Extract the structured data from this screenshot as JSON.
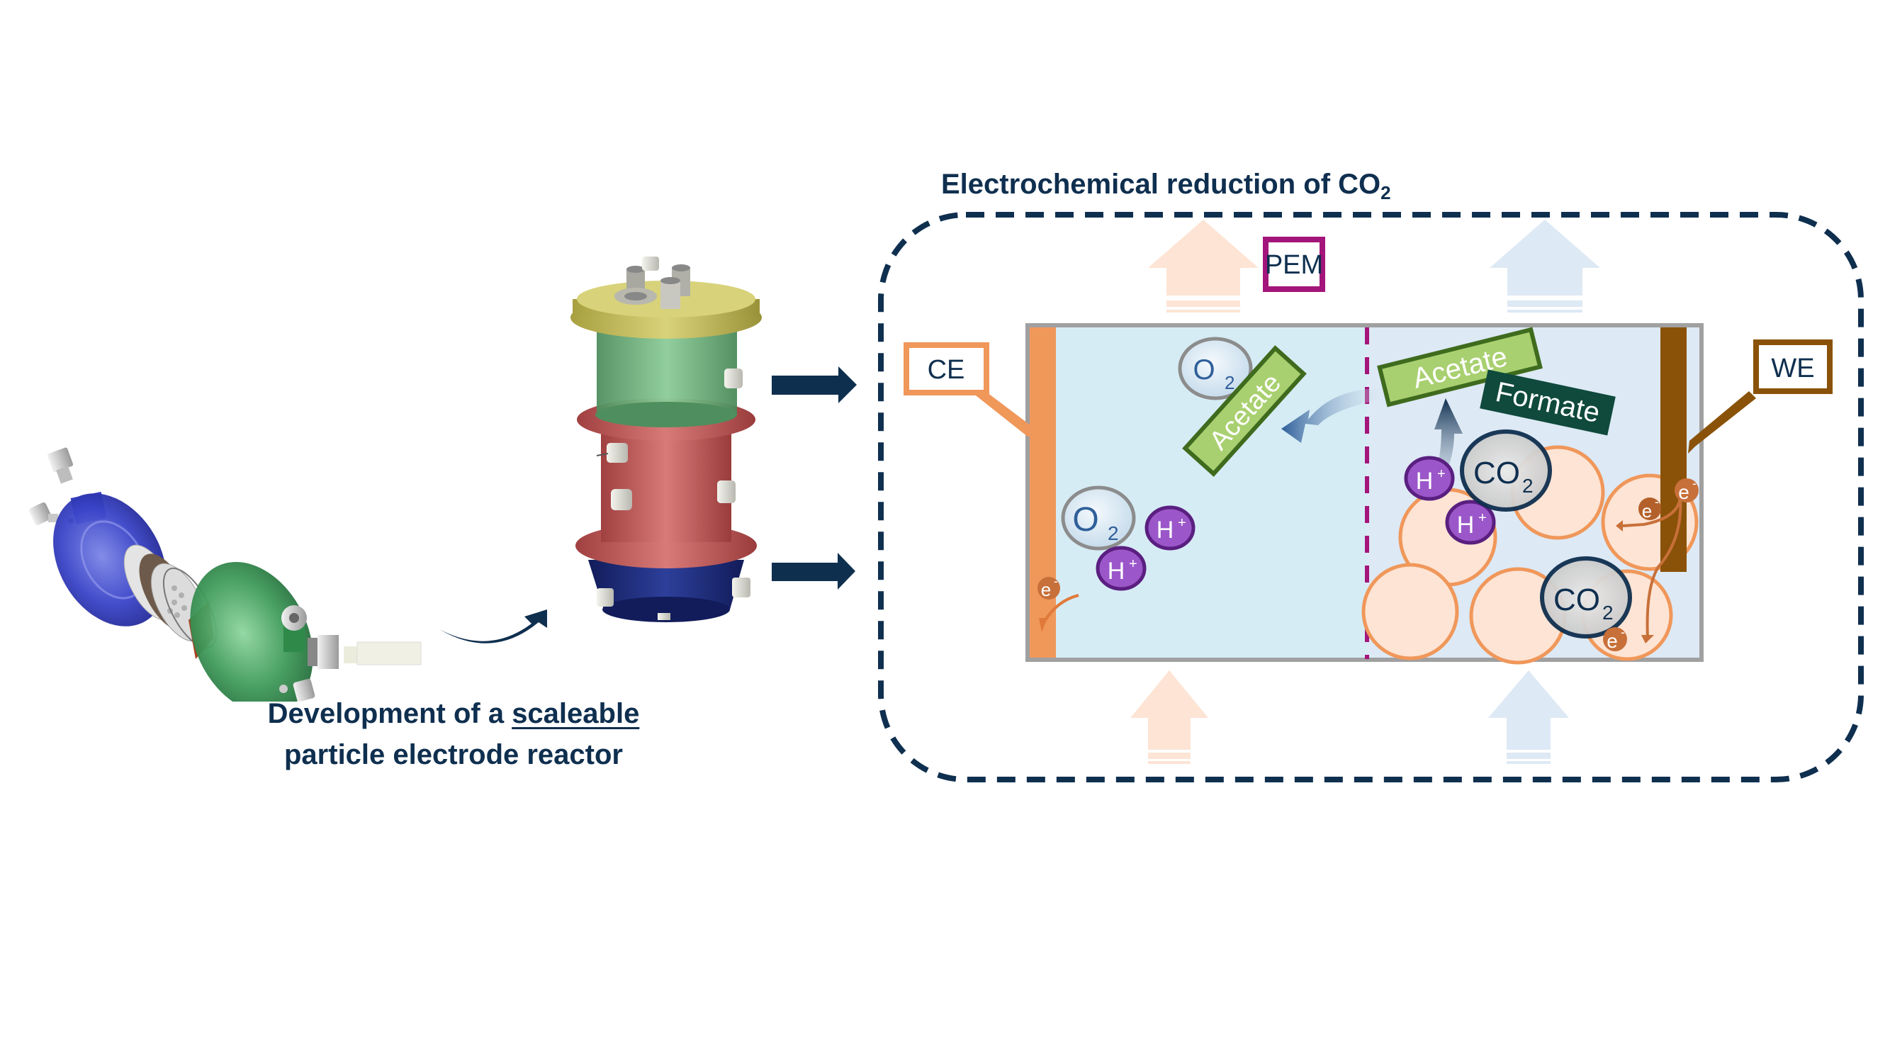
{
  "left_panel": {
    "caption_line1_prefix": "Development of a ",
    "caption_line1_emphasis": "scaleable",
    "caption_line2": "particle electrode reactor",
    "exploded_view": {
      "components": [
        "blue-end-plate",
        "fittings",
        "mesh-separator",
        "membrane",
        "green-end-plate",
        "tube"
      ]
    },
    "assembled_reactor": {
      "sections": [
        {
          "name": "lid",
          "color": "#c9c25a"
        },
        {
          "name": "anode-chamber",
          "color": "#6fae7a"
        },
        {
          "name": "cathode-chamber",
          "color": "#c05a5a"
        },
        {
          "name": "base",
          "color": "#1d2e78"
        }
      ]
    },
    "transition_arrow": "curved-arrow-icon",
    "zoom_arrows": [
      "arrow-right-icon",
      "arrow-right-icon"
    ]
  },
  "right_panel": {
    "title_main": "Electrochemical reduction of CO",
    "title_sub": "2",
    "labels": {
      "pem": "PEM",
      "ce": "CE",
      "we": "WE"
    },
    "species": {
      "o2_main": "O",
      "o2_sub": "2",
      "h_plus_main": "H",
      "h_plus_sup": "+",
      "co2_main": "CO",
      "co2_sub": "2",
      "electron_main": "e",
      "electron_sup": "-",
      "acetate": "Acetate",
      "formate": "Formate"
    },
    "colors": {
      "frame": "#0f2f4f",
      "pem": "#a3157a",
      "ce": "#f0975a",
      "we": "#8a5208",
      "anolyte": "#d6ecf5",
      "catholyte": "#dde9f5",
      "particle_fill": "#fde4d4",
      "particle_stroke": "#f0975a",
      "acetate_fill": "#a9d070",
      "acetate_stroke": "#3f6b1e",
      "formate_fill": "#0f4a3c",
      "h_plus": "#9b57c9",
      "h_plus_stroke": "#5a1f80",
      "o2_stroke": "#8c8c8c",
      "o2_text": "#2f5f9a",
      "co2_stroke": "#0f2f4f",
      "electron": "#c8703a",
      "flow_arrow_anode": "#fde4d4",
      "flow_arrow_cathode": "#dde9f5"
    }
  }
}
